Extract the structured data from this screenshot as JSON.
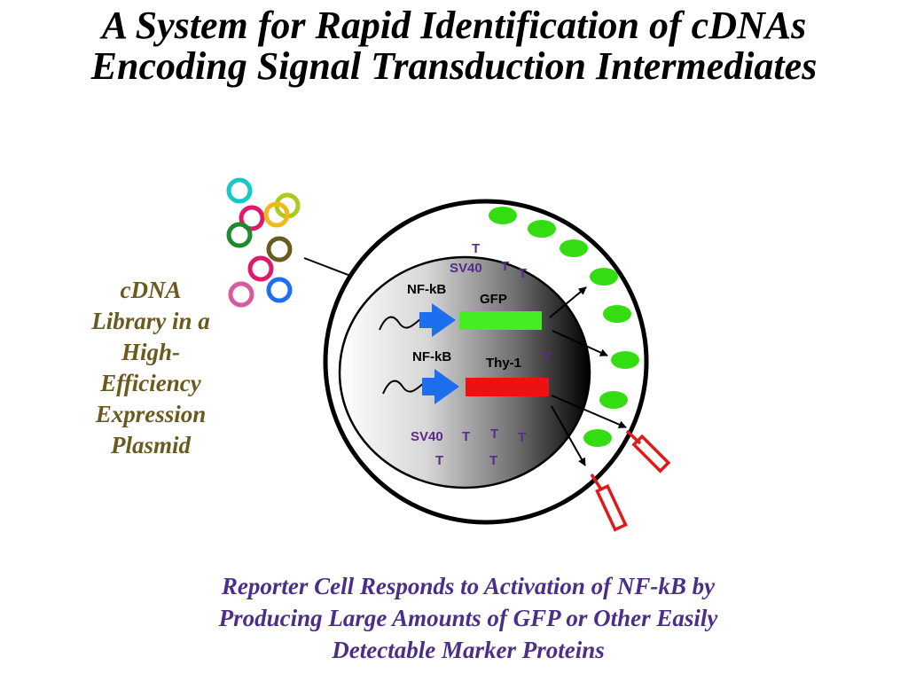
{
  "title": {
    "line1": "A System for Rapid Identification of cDNAs",
    "line2": "Encoding Signal Transduction Intermediates"
  },
  "library_label": {
    "lines": [
      "cDNA",
      "Library in a",
      "High-",
      "Efficiency",
      "Expression",
      "Plasmid"
    ],
    "color": "#6b5a1e"
  },
  "caption": {
    "lines": [
      "Reporter Cell Responds to Activation of NF-kB by",
      "Producing Large Amounts of GFP or Other Easily",
      "Detectable Marker Proteins"
    ],
    "color": "#4b2e8a"
  },
  "construct_1": {
    "promoter": "NF-kB",
    "gene": "GFP",
    "gene_color": "#44ee22"
  },
  "construct_2": {
    "promoter": "NF-kB",
    "gene": "Thy-1",
    "gene_color": "#ee1111"
  },
  "sv40_labels": {
    "top": "SV40",
    "bottom": "SV40",
    "t": "T",
    "color": "#5a2a8a"
  },
  "colors": {
    "promoter_arrow": "#1e6ef0",
    "gfp_spot": "#33dd11",
    "marker_protein": "#e01a1a",
    "plasmids": [
      "#18c8c8",
      "#e01a6a",
      "#a8cc18",
      "#f0b818",
      "#1e8a2e",
      "#6b5a1e",
      "#e01a6a",
      "#d85a9a",
      "#1e6ef0"
    ]
  }
}
